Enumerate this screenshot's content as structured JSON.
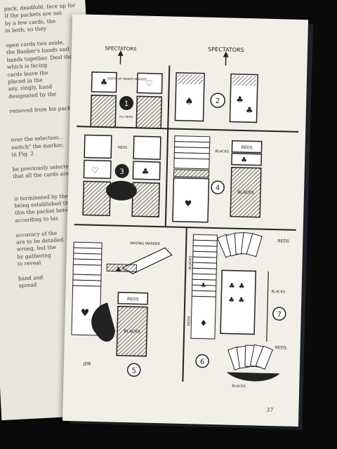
{
  "left_page": {
    "lines": [
      "pack, deadfold, face up for",
      "If the packets are not",
      "by a few cards, the",
      "in both, so they",
      "",
      "open cards two aside,",
      "the Banker's hands and",
      "hands together. Deal the",
      "which is facing",
      "cards leave the",
      "placed in the",
      "any, singly, hand",
      "designated by the",
      "",
      "removed from his pack",
      "",
      "",
      "",
      "over the selection...",
      "switch\" the marker,",
      "in Fig. 2",
      "",
      "be previously selected",
      "that all the cards are",
      "",
      "",
      "is terminated by the",
      "being established the",
      "this the packet between",
      "according to his",
      "",
      "accuracy of the",
      "are to be detailed",
      "wrong, but the",
      "by gathering",
      "to reveal",
      "",
      "hand and",
      "spread"
    ]
  },
  "figure": {
    "spectators_label_1": "SPECTATORS",
    "spectators_label_2": "SPECTATORS",
    "queen_marker_label": "QUEEN OF HEARTS MARKER",
    "all_reds_label": "ALL REDS",
    "reds_label": "REDS",
    "blacks_label": "BLACKS",
    "wrong_marker_label": "WRONG MARKER",
    "panel_1": "1",
    "panel_2": "2",
    "panel_3": "3",
    "panel_4": "4",
    "panel_5": "5",
    "panel_6": "6",
    "panel_7": "7",
    "signature": "JDR"
  },
  "page_number": "37"
}
